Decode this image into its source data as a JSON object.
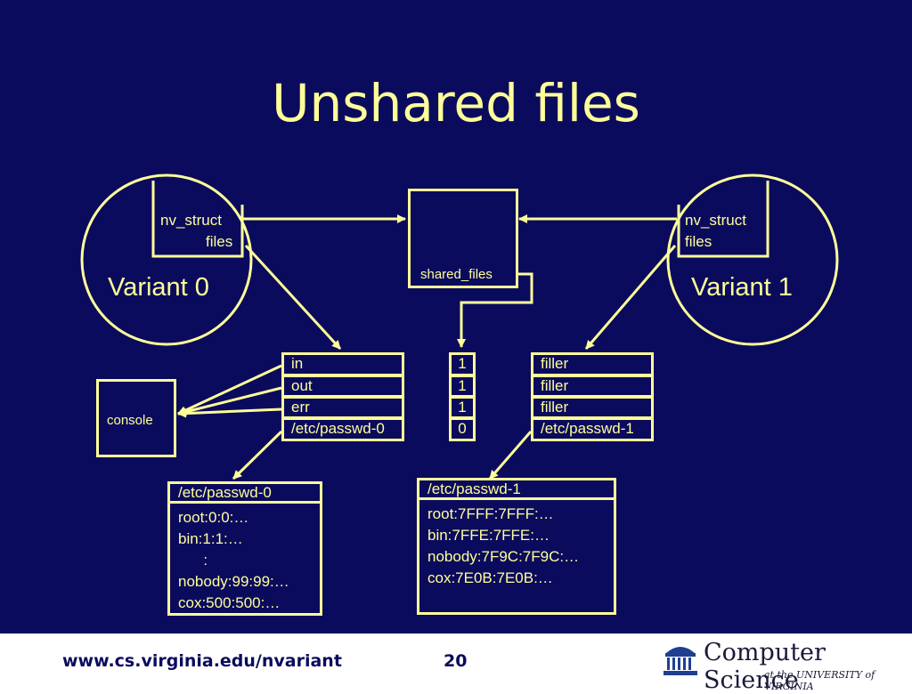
{
  "slide": {
    "title": "Unshared files",
    "variants": [
      {
        "label": "Variant 0",
        "struct": "nv_struct",
        "field": "files"
      },
      {
        "label": "Variant 1",
        "struct": "nv_struct",
        "field": "files"
      }
    ],
    "shared_files_label": "shared_files",
    "console_label": "console",
    "fd_table_0": [
      "in",
      "out",
      "err",
      "/etc/passwd-0"
    ],
    "fd_counts": [
      "1",
      "1",
      "1",
      "0"
    ],
    "fd_table_1": [
      "filler",
      "filler",
      "filler",
      "/etc/passwd-1"
    ],
    "file_0": {
      "name": "/etc/passwd-0",
      "lines": [
        "root:0:0:…",
        "bin:1:1:…",
        "      :",
        "nobody:99:99:…",
        "cox:500:500:…"
      ]
    },
    "file_1": {
      "name": "/etc/passwd-1",
      "lines": [
        "root:7FFF:7FFF:…",
        "bin:7FFE:7FFE:…",
        "nobody:7F9C:7F9C:…",
        "cox:7E0B:7E0B:…"
      ]
    }
  },
  "footer": {
    "url": "www.cs.virginia.edu/nvariant",
    "page": "20",
    "logo_main": "Computer Science",
    "logo_sub": "at the UNIVERSITY of VIRGINIA"
  },
  "colors": {
    "background": "#0b0b5e",
    "foreground": "#ffff99",
    "footer_text": "#0b0b5e"
  }
}
